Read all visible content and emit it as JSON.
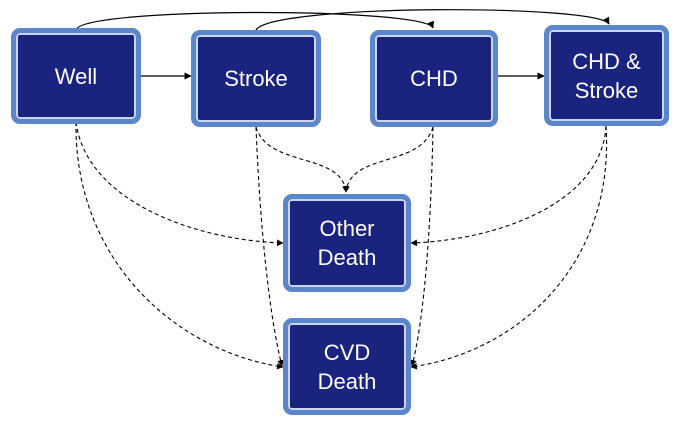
{
  "states": {
    "well": {
      "label": "Well"
    },
    "stroke": {
      "label": "Stroke"
    },
    "chd": {
      "label": "CHD"
    },
    "chd_stroke": {
      "label": "CHD &\nStroke"
    },
    "other_death": {
      "label": "Other\nDeath"
    },
    "cvd_death": {
      "label": "CVD\nDeath"
    }
  },
  "colors": {
    "box_fill": "#1a237e",
    "box_border": "#5b86c9",
    "box_inner_line": "#c9d6ef",
    "text": "#ffffff",
    "arrow": "#000000"
  }
}
